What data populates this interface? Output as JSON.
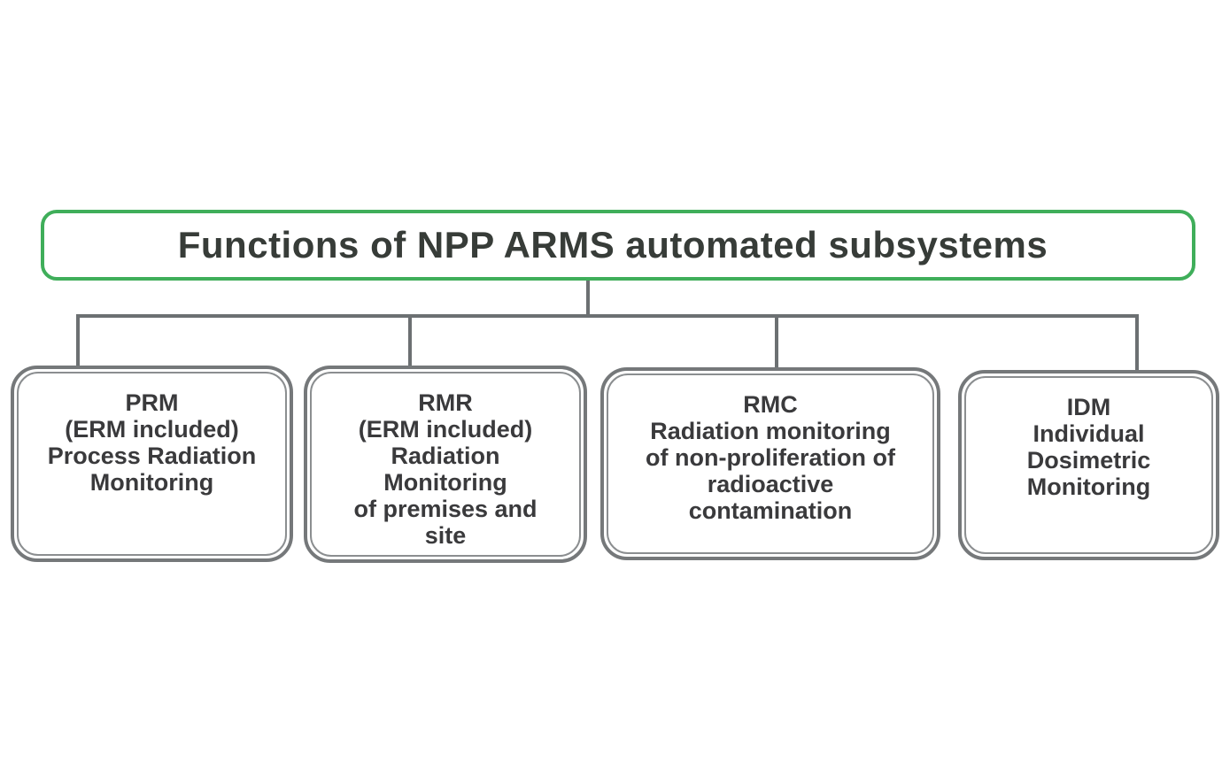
{
  "title": {
    "label": "Functions of NPP ARMS automated subsystems"
  },
  "colors": {
    "background": "#ffffff",
    "title_border": "#3fae5a",
    "title_fill": "#d6e5d7",
    "title_text": "#373c38",
    "box_border": "#75787a",
    "box_text": "#3a3a3c",
    "connector": "#6c7072"
  },
  "nodes": [
    {
      "id": "prm",
      "lines": [
        "PRM",
        "(ERM included)",
        "Process Radiation",
        "Monitoring"
      ]
    },
    {
      "id": "rmr",
      "lines": [
        "RMR",
        "(ERM included)",
        "Radiation",
        "Monitoring",
        "of premises and",
        "site"
      ]
    },
    {
      "id": "rmc",
      "lines": [
        "RMC",
        "Radiation monitoring",
        "of non-proliferation of",
        "radioactive",
        "contamination"
      ]
    },
    {
      "id": "idm",
      "lines": [
        "IDM",
        "Individual",
        "Dosimetric",
        "Monitoring"
      ]
    }
  ]
}
